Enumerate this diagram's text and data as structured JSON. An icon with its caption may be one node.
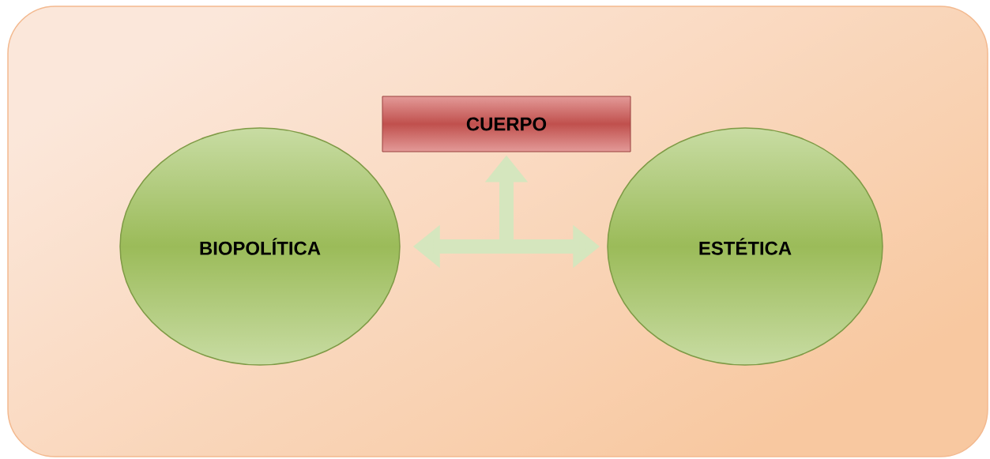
{
  "diagram": {
    "nodes": [
      {
        "text": [
          "CUERPO"
        ]
      },
      {
        "text": [
          "BIOPOLÍTICA"
        ]
      },
      {
        "text": [
          "ESTÉTICA"
        ]
      }
    ],
    "edges": [
      {
        "from": 1,
        "to": 2,
        "arrow": "both"
      },
      {
        "from": null,
        "to": 0,
        "arrow": "to"
      }
    ]
  }
}
